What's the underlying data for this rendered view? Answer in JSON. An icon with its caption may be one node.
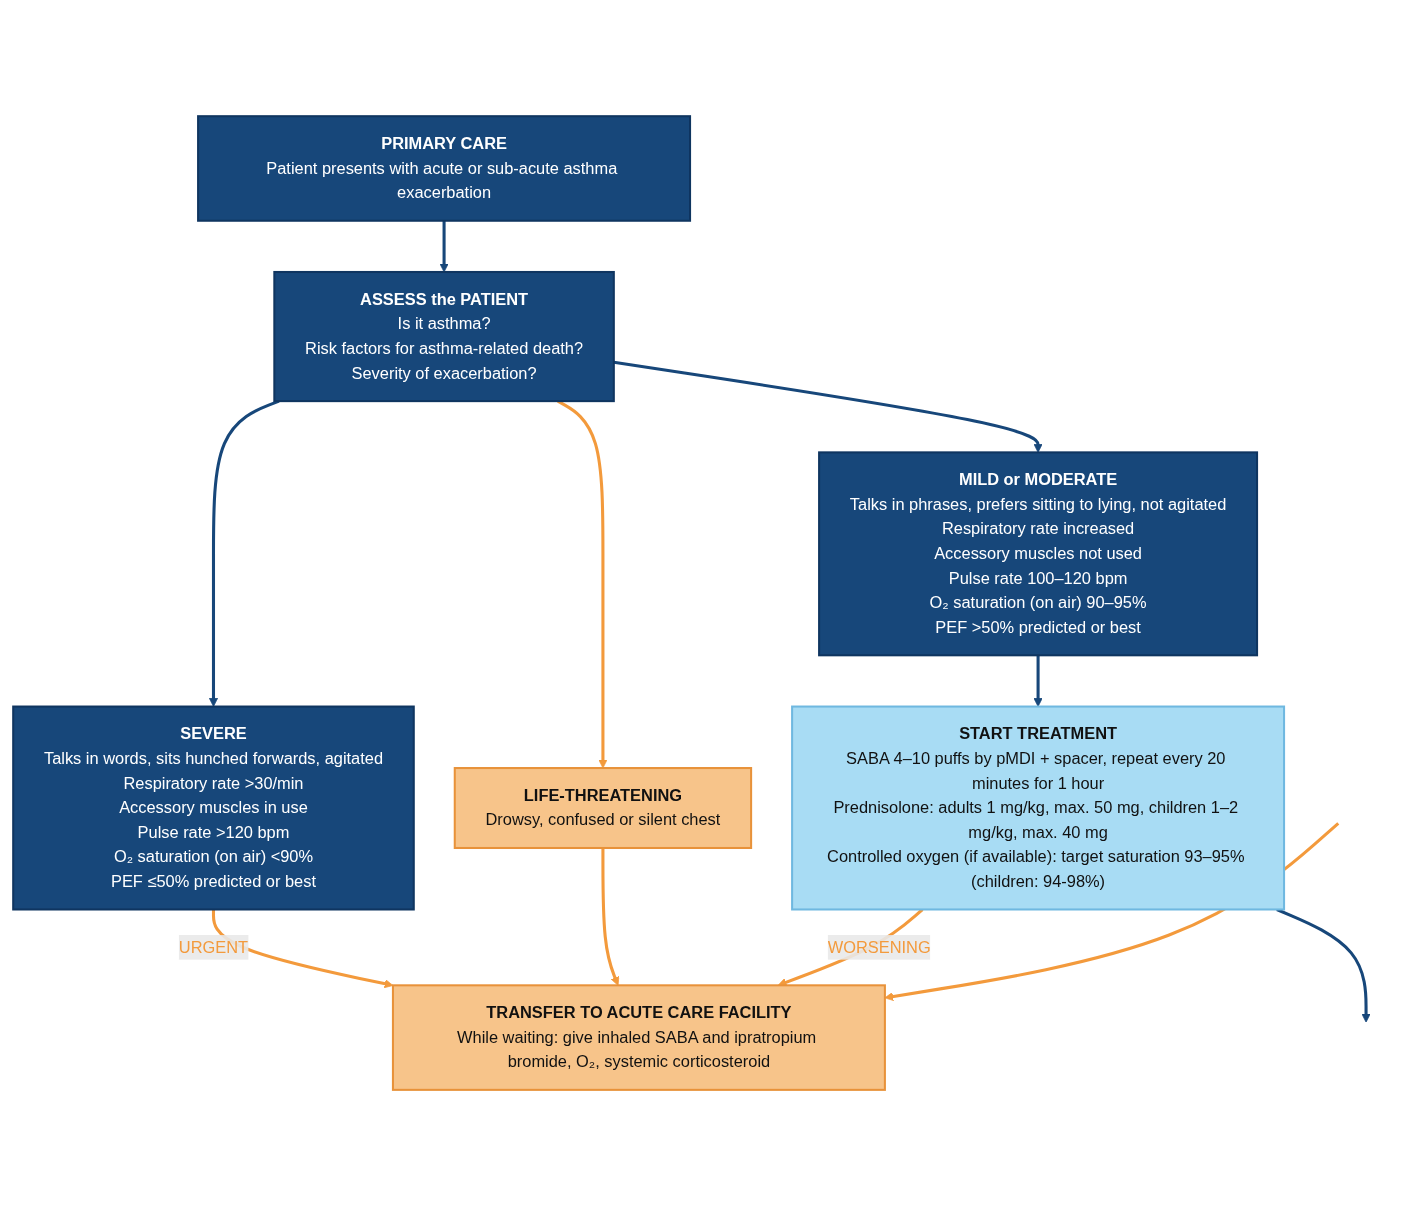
{
  "diagram": {
    "nodes": [
      {
        "text": [
          "PRIMARY CARE",
          "Patient presents with acute or sub-acute asthma exacerbation"
        ]
      },
      {
        "text": [
          "ASSESS the PATIENT",
          "Is it asthma?",
          "Risk factors for asthma-related death?",
          "Severity of exacerbation?"
        ]
      },
      {
        "text": [
          "MILD or MODERATE",
          "Talks in phrases, prefers sitting to lying, not agitated",
          "Respiratory rate increased",
          "Accessory muscles not used",
          "Pulse rate 100–120 bpm",
          "O₂ saturation (on air) 90–95%",
          "PEF >50% predicted or best"
        ]
      },
      {
        "text": [
          "SEVERE",
          "Talks in words, sits hunched forwards, agitated",
          "Respiratory rate >30/min",
          "Accessory muscles in use",
          "Pulse rate >120 bpm",
          "O₂ saturation (on air) <90%",
          "PEF ≤50% predicted or best"
        ]
      },
      {
        "text": [
          "LIFE-THREATENING",
          "Drowsy, confused or silent chest"
        ]
      },
      {
        "text": [
          "START TREATMENT",
          "SABA 4–10 puffs by pMDI + spacer, repeat every 20 minutes for 1 hour",
          "Prednisolone: adults 1 mg/kg, max. 50 mg, children 1–2 mg/kg, max. 40 mg",
          "Controlled oxygen (if available): target saturation 93–95% (children: 94-98%)"
        ]
      },
      {
        "text": [
          "TRANSFER TO ACUTE CARE FACILITY",
          "While waiting: give inhaled SABA and ipratropium bromide, O₂, systemic corticosteroid"
        ]
      }
    ],
    "edges": [
      {
        "from": 0,
        "to": 1,
        "arrow": "to"
      },
      {
        "from": 1,
        "to": 2,
        "arrow": "to"
      },
      {
        "from": 1,
        "to": 3,
        "arrow": "to"
      },
      {
        "from": 1,
        "to": 4,
        "arrow": "to",
        "color": "#f39a3c"
      },
      {
        "from": 3,
        "to": 6,
        "arrow": "to",
        "label": "URGENT",
        "color": "#f39a3c"
      },
      {
        "from": 4,
        "to": 6,
        "arrow": "to",
        "color": "#f39a3c"
      },
      {
        "from": 5,
        "to": 6,
        "arrow": "to",
        "label": "WORSENING",
        "color": "#f39a3c"
      },
      {
        "from": 2,
        "to": 5,
        "arrow": "to"
      },
      {
        "from": 5,
        "to": null,
        "arrow": "to"
      },
      {
        "from": null,
        "to": 6,
        "arrow": "to",
        "color": "#f39a3c"
      }
    ]
  }
}
